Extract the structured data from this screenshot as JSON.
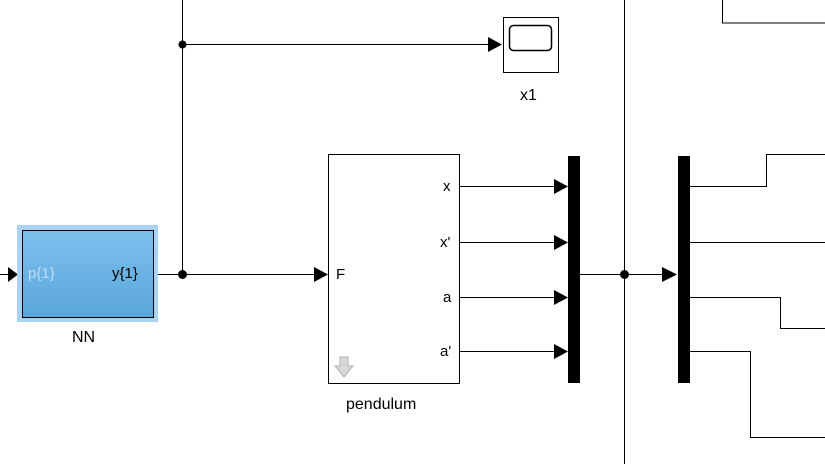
{
  "blocks": {
    "nn": {
      "name": "NN",
      "input_port": "p{1}",
      "output_port": "y{1}",
      "color": "#6ab4e6"
    },
    "scope": {
      "name": "x1"
    },
    "pendulum": {
      "name": "pendulum",
      "input_port": "F",
      "output_ports": [
        "x",
        "x'",
        "a",
        "a'"
      ]
    }
  },
  "colors": {
    "line": "#000000",
    "nn_selection": "#a9d3f2"
  }
}
